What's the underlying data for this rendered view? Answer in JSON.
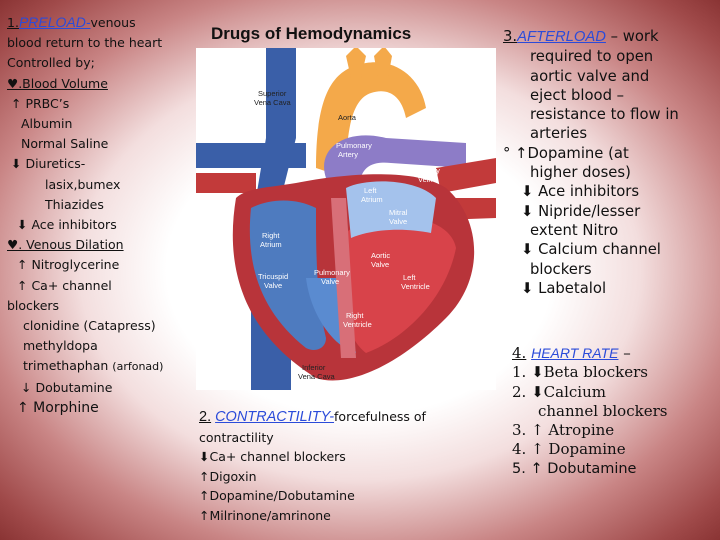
{
  "slide_title": "Drugs of Hemodynamics",
  "preload": {
    "number": "1.",
    "heading": "PRELOAD-",
    "intro_1": "venous",
    "intro_2": "blood return to the heart",
    "intro_3": "Controlled by;",
    "blood_volume": "♥.Blood Volume",
    "up1": "↑ PRBC’s",
    "albumin": "Albumin",
    "saline": "Normal Saline",
    "diuretics": "⬇ Diuretics-",
    "lasix": "lasix,bumex",
    "thiazides": "Thiazides",
    "ace": "⬇ Ace inhibitors",
    "venous_dilation": "♥. Venous Dilation",
    "nitro": "↑ Nitroglycerine",
    "ca1": "↑ Ca+ channel",
    "ca2": "blockers",
    "clonidine": "clonidine (Catapress)",
    "methyldopa": "methyldopa",
    "trimethaphan": "trimethaphan",
    "arfonad": "(arfonad)",
    "dobutamine": "↓ Dobutamine",
    "morphine": "↑ Morphine"
  },
  "heart_labels": {
    "svc": "Superior\nVena Cava",
    "aorta": "Aorta",
    "pa": "Pulmonary\nArtery",
    "pv": "Pulmonary\nVein",
    "la": "Left\nAtrium",
    "mitral": "Mitral\nValve",
    "ra": "Right\nAtrium",
    "aortic": "Aortic\nValve",
    "lv": "Left\nVentricle",
    "tricuspid": "Tricuspid\nValve",
    "pulm_valve": "Pulmonary\nValve",
    "rv": "Right\nVentricle",
    "ivc": "Inferior\nVena Cava"
  },
  "contractility": {
    "number": "2.",
    "heading": "CONTRACTILITY-",
    "desc": "forcefulness of",
    "desc2": "contractility",
    "i1": "⬇Ca+ channel blockers",
    "i2": "↑Digoxin",
    "i3": "↑Dopamine/Dobutamine",
    "i4": "↑Milrinone/amrinone"
  },
  "afterload": {
    "number": "3.",
    "heading": "AFTERLOAD",
    "dash": "– work",
    "l1": "required to open",
    "l2": "aortic valve and",
    "l3": "eject blood –",
    "l4": "resistance to flow in",
    "l5": "arteries",
    "l6": "° ↑Dopamine (at",
    "l7": "higher doses)",
    "l8": "⬇ Ace inhibitors",
    "l9": "⬇ Nipride/lesser",
    "l10": "extent Nitro",
    "l11": "⬇ Calcium channel",
    "l12": "blockers",
    "l13": "⬇ Labetalol"
  },
  "heart_rate": {
    "number": "4.",
    "heading": "HEART RATE",
    "dash": "–",
    "items": [
      "1. ⬇Beta blockers",
      "2. ⬇Calcium",
      "channel blockers",
      "3. ↑ Atropine",
      "4. ↑ Dopamine",
      "5. ↑ Dobutamine"
    ]
  }
}
